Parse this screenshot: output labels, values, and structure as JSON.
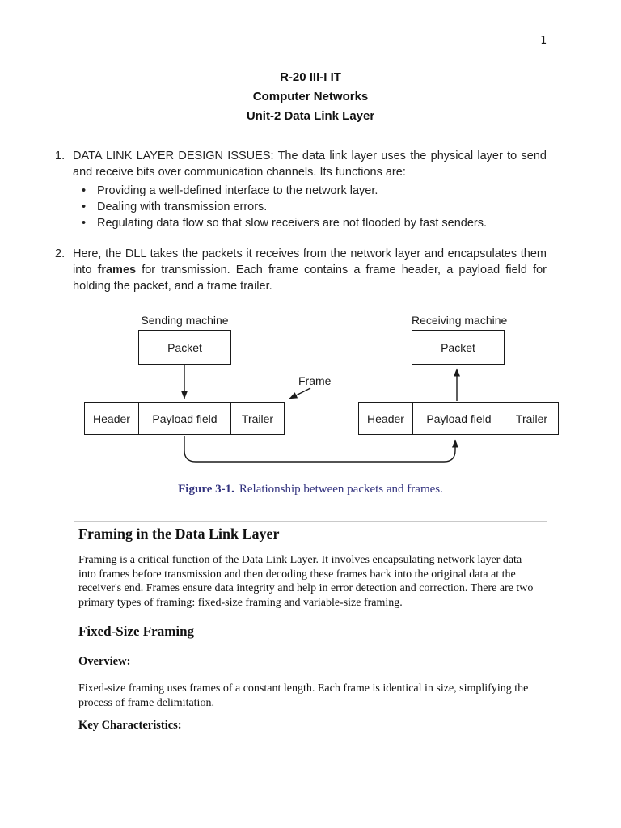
{
  "page_number": "1",
  "header": {
    "lines": [
      "R-20 III-I IT",
      "Computer Networks",
      "Unit-2 Data Link Layer"
    ]
  },
  "items": {
    "one": {
      "number": "1.",
      "text": "DATA LINK LAYER DESIGN ISSUES: The data link layer uses the physical layer to send and receive bits over communication channels. Its functions are:",
      "bullet_char": "•",
      "bullets": [
        "Providing a well-defined interface to the network layer.",
        "Dealing with transmission errors.",
        "Regulating data flow so that slow receivers are not flooded by fast senders."
      ]
    },
    "two": {
      "number": "2.",
      "before": "Here, the DLL takes the packets it receives from the network layer and encapsulates them into ",
      "bold_word": "frames",
      "after": " for transmission. Each frame contains a frame header, a payload field for holding the packet, and a frame trailer."
    }
  },
  "diagram": {
    "sending_label": "Sending machine",
    "receiving_label": "Receiving machine",
    "packet_label": "Packet",
    "frame_label": "Frame",
    "cells": [
      "Header",
      "Payload field",
      "Trailer"
    ]
  },
  "caption": {
    "label": "Figure 3-1.",
    "text": "Relationship between packets and frames."
  },
  "framing": {
    "title": "Framing in the Data Link Layer",
    "intro": "Framing is a critical function of the Data Link Layer. It involves encapsulating network layer data into frames before transmission and then decoding these frames back into the original data at the receiver's end. Frames ensure data integrity and help in error detection and correction. There are two primary types of framing: fixed-size framing and variable-size framing.",
    "fixed_title": "Fixed-Size Framing",
    "overview_label": "Overview:",
    "overview_text": "Fixed-size framing uses frames of a constant length. Each frame is identical in size, simplifying the process of frame delimitation.",
    "key_label": "Key Characteristics:"
  },
  "colors": {
    "caption_text": "#32327e",
    "box_border": "#c9c9c9",
    "diagram_line": "#1a1a1a"
  }
}
